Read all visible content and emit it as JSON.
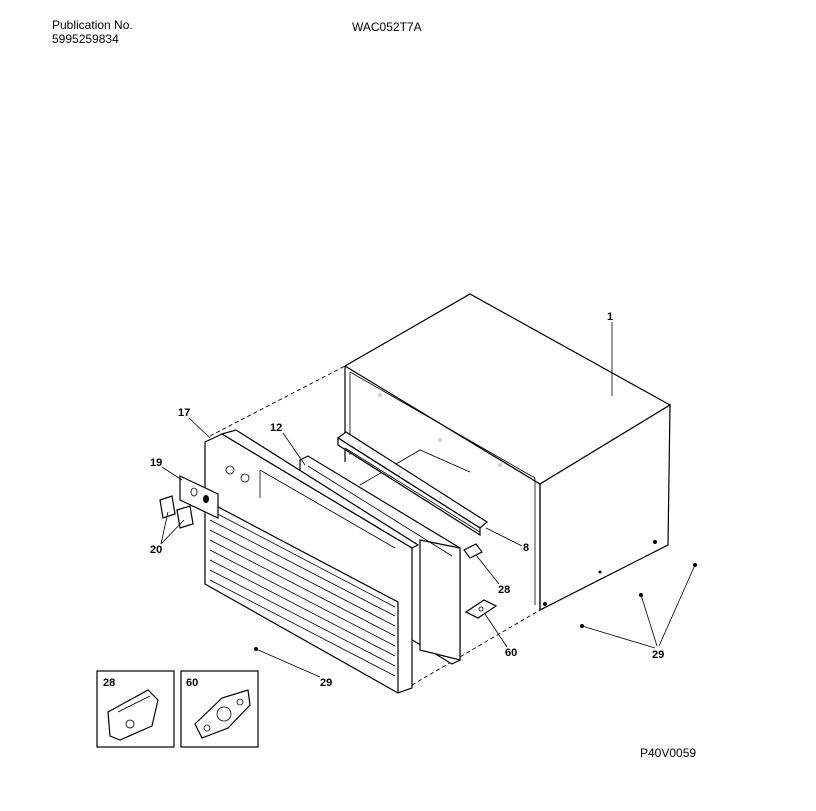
{
  "header": {
    "publication_label": "Publication No.",
    "publication_number": "5995259834",
    "model": "WAC052T7A"
  },
  "footer": {
    "diagram_code": "P40V0059"
  },
  "callouts": {
    "c1": "1",
    "c17": "17",
    "c12": "12",
    "c19": "19",
    "c20": "20",
    "c8": "8",
    "c28": "28",
    "c60": "60",
    "c29a": "29",
    "c29b": "29"
  },
  "insets": {
    "inset_28": "28",
    "inset_60": "60"
  }
}
